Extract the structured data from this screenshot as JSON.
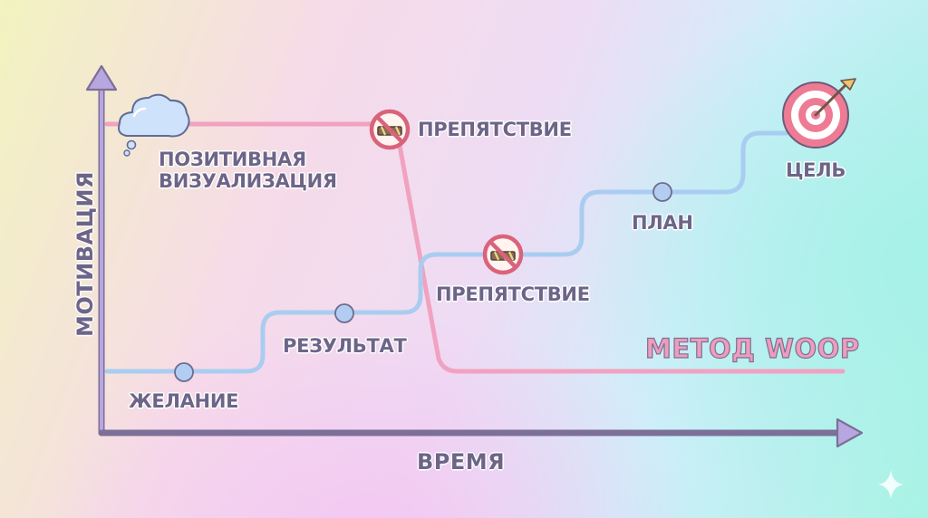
{
  "axes": {
    "y_label": "МОТИВАЦИЯ",
    "x_label": "ВРЕМЯ"
  },
  "brand": "МЕТОД WOOP",
  "labels": {
    "visualization": "ПОЗИТИВНАЯ\nВИЗУАЛИЗАЦИЯ",
    "obstacle_top": "ПРЕПЯТСТВИЕ",
    "obstacle_mid": "ПРЕПЯТСТВИЕ",
    "wish": "ЖЕЛАНИЕ",
    "outcome": "РЕЗУЛЬТАТ",
    "plan": "ПЛАН",
    "goal": "ЦЕЛЬ"
  },
  "colors": {
    "pink_line": "#f1a2c0",
    "blue_line": "#a9cdf0",
    "axis": "#7c6f98",
    "marker_fill": "#b3cdf2",
    "text": "#6d6588"
  },
  "icons": [
    "cloud-icon",
    "prohibition-icon",
    "target-icon",
    "sparkle-icon"
  ]
}
